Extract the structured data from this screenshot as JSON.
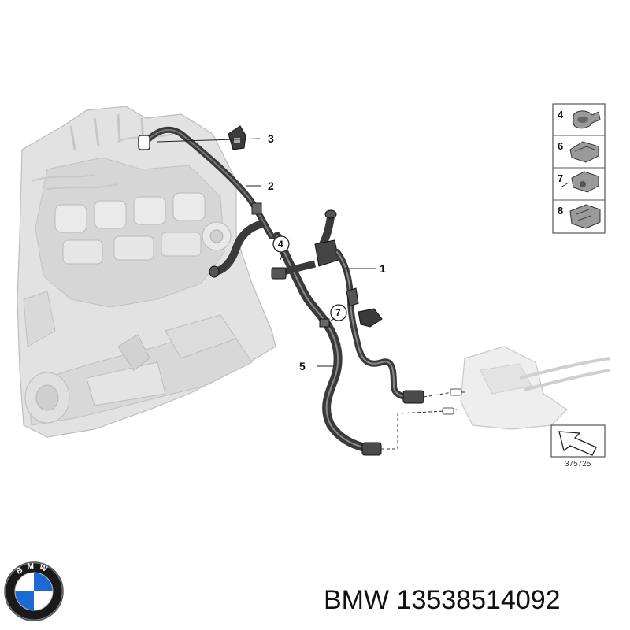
{
  "callouts": {
    "c1": "1",
    "c2": "2",
    "c3": "3",
    "c4": "4",
    "c5": "5",
    "c7": "7"
  },
  "legend": {
    "items": [
      "4",
      "6",
      "7",
      "8"
    ]
  },
  "reference_code": "375725",
  "footer": {
    "brand": "BMW",
    "part_number": "13538514092"
  },
  "logo": {
    "letters": "BMW",
    "colors": {
      "blue": "#1c69d4",
      "white": "#ffffff",
      "ring": "#1a1a1a"
    }
  },
  "colors": {
    "engine": "#dedede",
    "engine_dark": "#c4c4c4",
    "hose": "#3a3a3a",
    "line": "#222222"
  }
}
